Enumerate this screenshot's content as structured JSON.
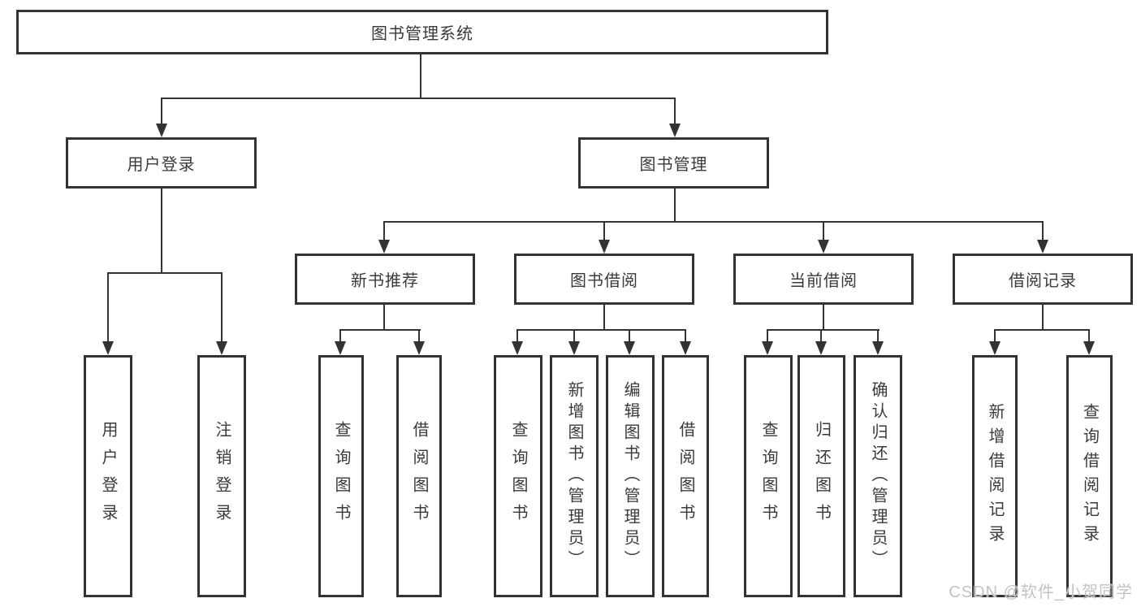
{
  "diagram": {
    "title": "图书管理系统",
    "root": {
      "label": "图书管理系统"
    },
    "modules": [
      {
        "label": "用户登录",
        "features": [
          {
            "label": "用户登录"
          },
          {
            "label": "注销登录"
          }
        ]
      },
      {
        "label": "图书管理",
        "sections": [
          {
            "label": "新书推荐",
            "features": [
              {
                "label": "查询图书"
              },
              {
                "label": "借阅图书"
              }
            ]
          },
          {
            "label": "图书借阅",
            "features": [
              {
                "label": "查询图书"
              },
              {
                "label": "新增图书（管理员）"
              },
              {
                "label": "编辑图书（管理员）"
              },
              {
                "label": "借阅图书"
              }
            ]
          },
          {
            "label": "当前借阅",
            "features": [
              {
                "label": "查询图书"
              },
              {
                "label": "归还图书"
              },
              {
                "label": "确认归还（管理员）"
              }
            ]
          },
          {
            "label": "借阅记录",
            "features": [
              {
                "label": "新增借阅记录"
              },
              {
                "label": "查询借阅记录"
              }
            ]
          }
        ]
      }
    ]
  },
  "watermark": {
    "text": "CSDN @软件_小贺同学"
  },
  "colors": {
    "line": "#333333",
    "box_border": "#333333",
    "text": "#3a3a3a",
    "watermark": "#c3c3c3",
    "background": "#ffffff"
  }
}
